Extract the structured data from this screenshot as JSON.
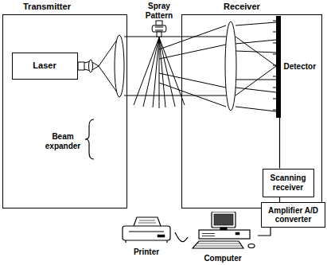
{
  "diagram": {
    "nodes": [
      {
        "text": [
          "Transmitter"
        ]
      },
      {
        "text": [
          "Laser"
        ],
        "in": 0
      },
      {
        "text": [
          "Receiver"
        ]
      },
      {
        "text": [
          "Detector"
        ],
        "in": 2
      },
      {
        "text": [
          "Scanning receiver"
        ],
        "in": 2
      },
      {
        "text": [
          "Amplifier A/D converter"
        ]
      },
      {
        "text": [
          "Computer"
        ]
      },
      {
        "text": [
          "Printer"
        ]
      }
    ],
    "edges": [
      {
        "from": 3,
        "to": 4,
        "arrow": "none"
      },
      {
        "from": 4,
        "to": 5,
        "arrow": "none"
      },
      {
        "from": 5,
        "to": 6,
        "arrow": "none"
      },
      {
        "from": 6,
        "to": 7,
        "arrow": "none"
      }
    ],
    "labels": [
      "Spray Pattern",
      "Beam expander"
    ]
  }
}
